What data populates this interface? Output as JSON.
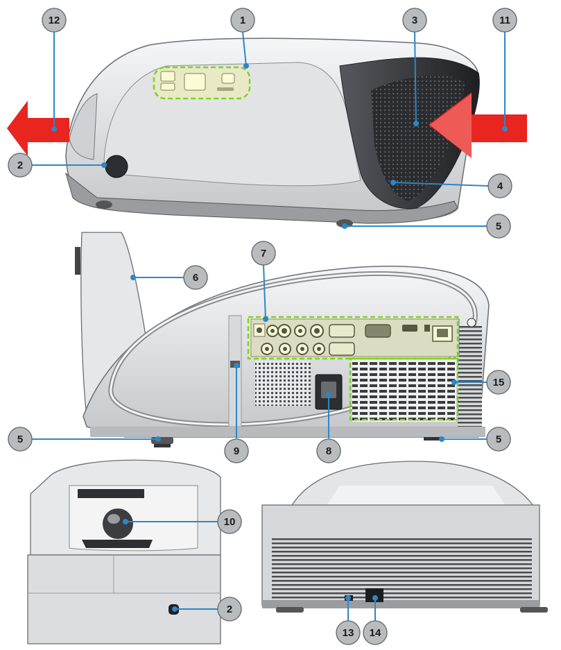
{
  "callouts": [
    {
      "id": "c12",
      "label": "12"
    },
    {
      "id": "c1",
      "label": "1"
    },
    {
      "id": "c3",
      "label": "3"
    },
    {
      "id": "c11",
      "label": "11"
    },
    {
      "id": "c2a",
      "label": "2"
    },
    {
      "id": "c4",
      "label": "4"
    },
    {
      "id": "c5a",
      "label": "5"
    },
    {
      "id": "c7",
      "label": "7"
    },
    {
      "id": "c6",
      "label": "6"
    },
    {
      "id": "c15",
      "label": "15"
    },
    {
      "id": "c5b",
      "label": "5"
    },
    {
      "id": "c9",
      "label": "9"
    },
    {
      "id": "c8",
      "label": "8"
    },
    {
      "id": "c5c",
      "label": "5"
    },
    {
      "id": "c10",
      "label": "10"
    },
    {
      "id": "c2b",
      "label": "2"
    },
    {
      "id": "c13",
      "label": "13"
    },
    {
      "id": "c14",
      "label": "14"
    }
  ],
  "colors": {
    "callout_fill": "#b9bcbf",
    "callout_stroke": "#6e7175",
    "leader_line": "#2d86c7",
    "highlight_dash": "#7ed321",
    "highlight_fill": "#ffff66",
    "airflow_arrow": "#e8251f",
    "body_light": "#e9eaec",
    "body_mid": "#c9cbce",
    "body_dark": "#3a3c40"
  }
}
